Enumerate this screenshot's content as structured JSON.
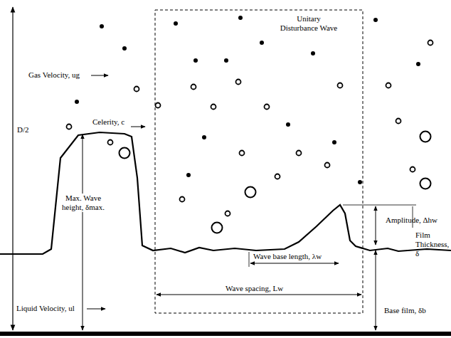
{
  "diagram": {
    "labels": [
      "D/2",
      "Gas Velocity, ug",
      "Unitary Disturbance Wave",
      "Celerity, c",
      "Max. Wave height, δmax.",
      "Amplitude, Δhw",
      "Film Thickness, δ",
      "Wave base length, λw",
      "Wave spacing, Lw",
      "Base film, δb",
      "Liquid Velocity, ul"
    ]
  }
}
